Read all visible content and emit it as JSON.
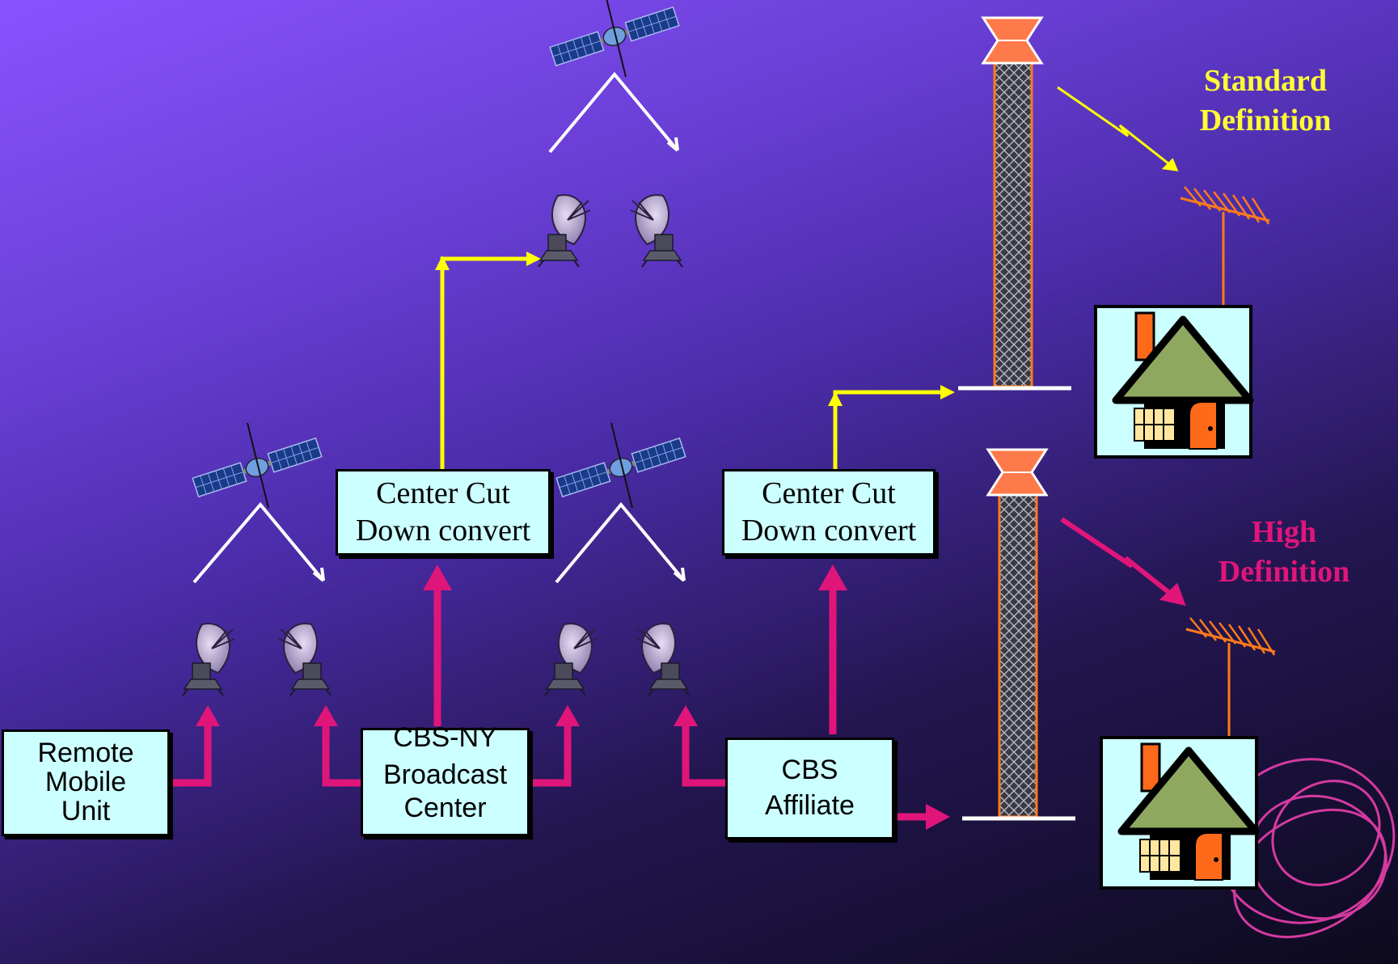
{
  "boxes": {
    "remote_mobile_unit": [
      "Remote",
      "Mobile",
      "Unit"
    ],
    "cbs_ny": [
      "CBS-NY",
      "Broadcast",
      "Center"
    ],
    "cbs_affiliate": [
      "CBS",
      "Affiliate"
    ],
    "center_cut_1": [
      "Center Cut",
      "Down convert"
    ],
    "center_cut_2": [
      "Center Cut",
      "Down convert"
    ]
  },
  "labels": {
    "standard_definition": [
      "Standard",
      "Definition"
    ],
    "high_definition": [
      "High",
      "Definition"
    ]
  },
  "colors": {
    "hd_arrow": "#e0157a",
    "sd_arrow": "#ffff00",
    "box_fill": "#ccffff",
    "sd_label": "#ffff33",
    "hd_label": "#e0157a"
  }
}
